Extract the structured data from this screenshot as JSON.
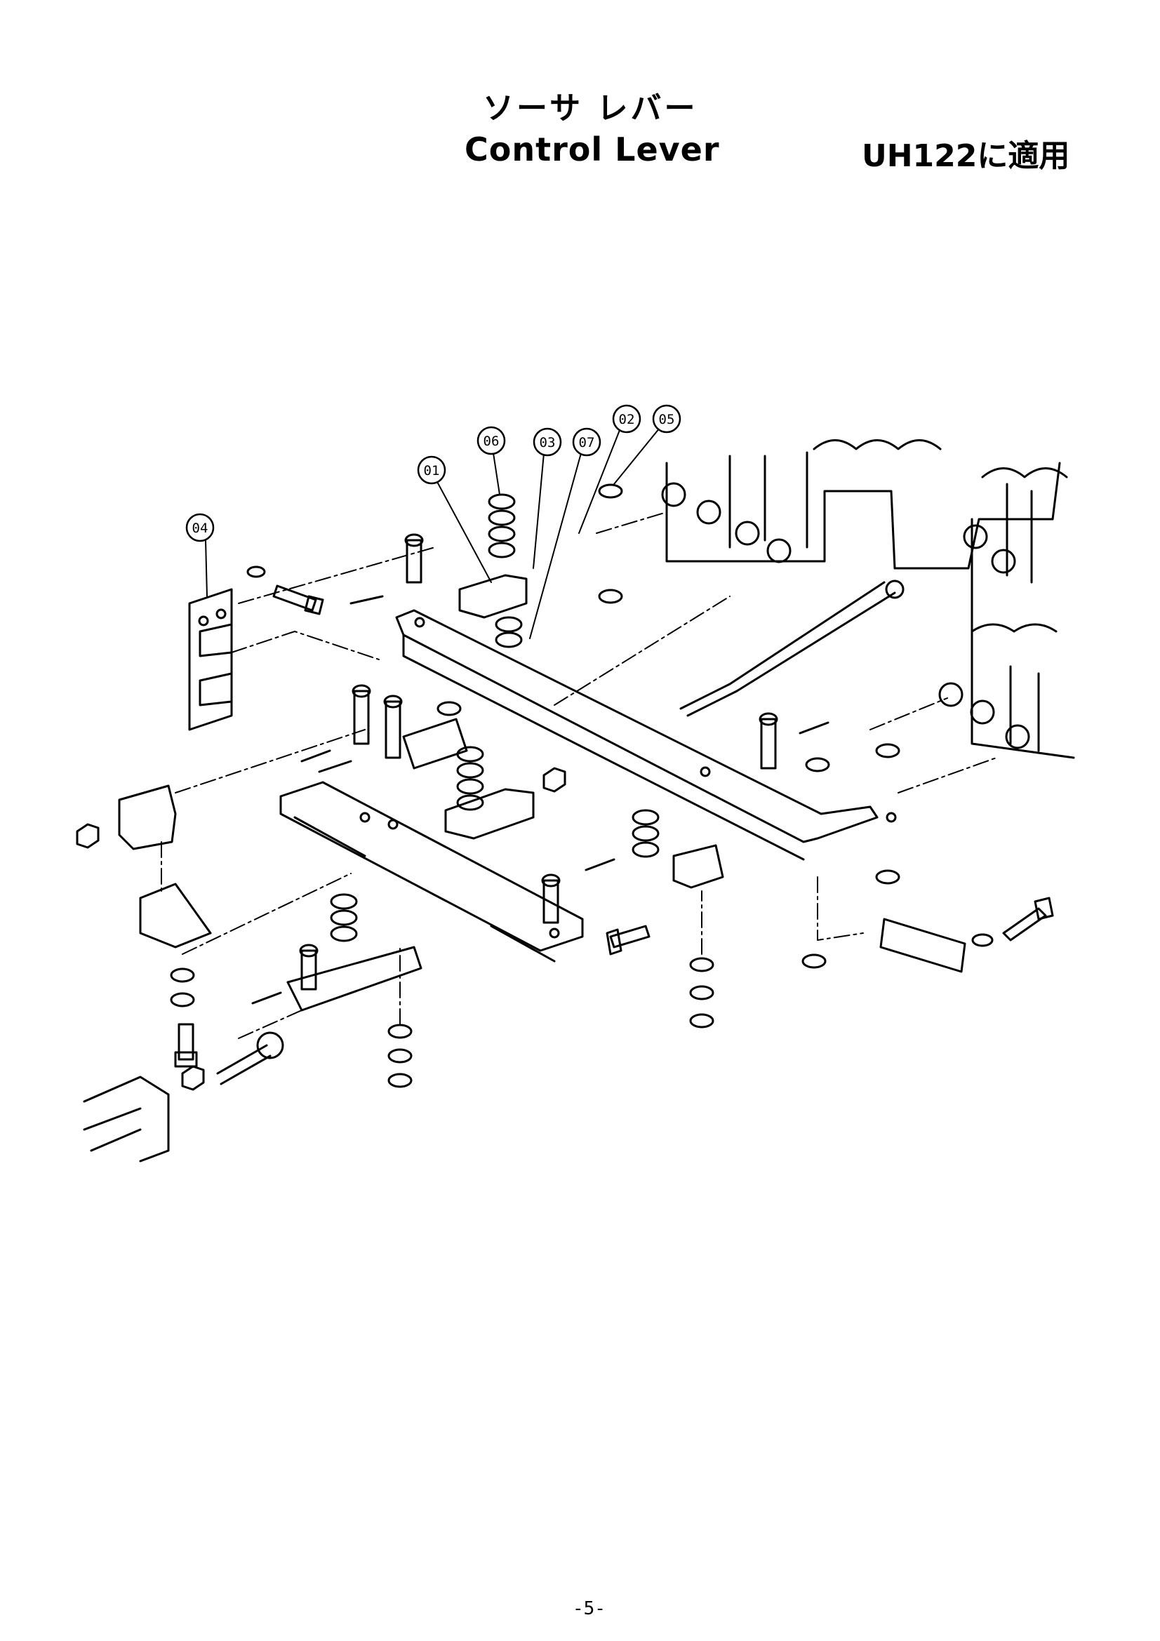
{
  "header": {
    "title_jp": "ソーサ レバー",
    "title_en": "Control Lever",
    "model": "UH122に適用"
  },
  "callouts": [
    {
      "id": "01"
    },
    {
      "id": "02"
    },
    {
      "id": "03"
    },
    {
      "id": "04"
    },
    {
      "id": "05"
    },
    {
      "id": "06"
    },
    {
      "id": "07"
    }
  ],
  "footer": {
    "page": "-5-"
  }
}
